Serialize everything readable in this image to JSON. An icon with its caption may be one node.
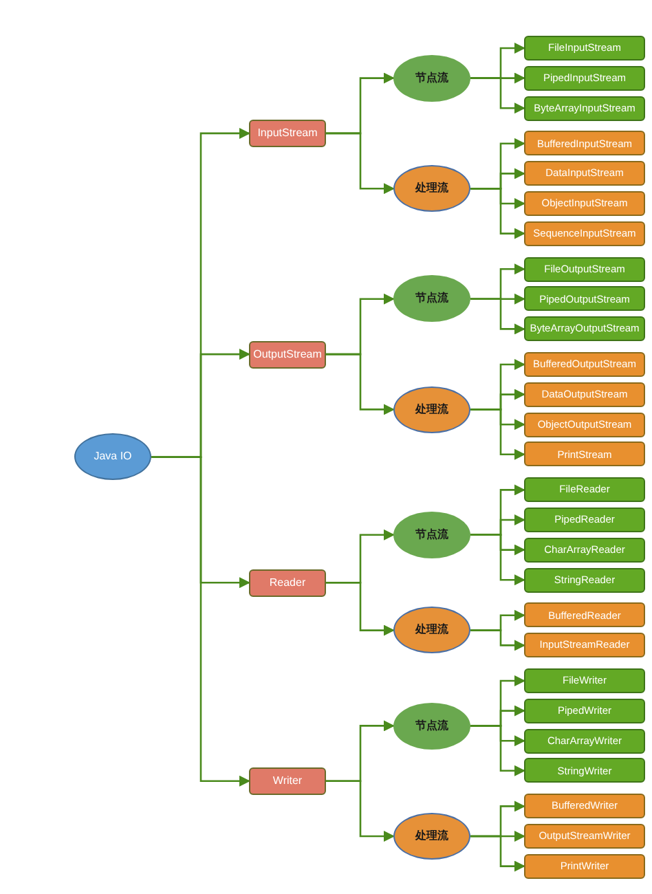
{
  "diagram": {
    "nodes": [
      {
        "text": [
          "Java IO"
        ]
      },
      {
        "text": [
          "InputStream"
        ]
      },
      {
        "text": [
          "节点流"
        ]
      },
      {
        "text": [
          "FileInputStream"
        ]
      },
      {
        "text": [
          "PipedInputStream"
        ]
      },
      {
        "text": [
          "ByteArrayInputStream"
        ]
      },
      {
        "text": [
          "处理流"
        ]
      },
      {
        "text": [
          "BufferedInputStream"
        ]
      },
      {
        "text": [
          "DataInputStream"
        ]
      },
      {
        "text": [
          "ObjectInputStream"
        ]
      },
      {
        "text": [
          "SequenceInputStream"
        ]
      },
      {
        "text": [
          "OutputStream"
        ]
      },
      {
        "text": [
          "节点流"
        ]
      },
      {
        "text": [
          "FileOutputStream"
        ]
      },
      {
        "text": [
          "PipedOutputStream"
        ]
      },
      {
        "text": [
          "ByteArrayOutputStream"
        ]
      },
      {
        "text": [
          "处理流"
        ]
      },
      {
        "text": [
          "BufferedOutputStream"
        ]
      },
      {
        "text": [
          "DataOutputStream"
        ]
      },
      {
        "text": [
          "ObjectOutputStream"
        ]
      },
      {
        "text": [
          "PrintStream"
        ]
      },
      {
        "text": [
          "Reader"
        ]
      },
      {
        "text": [
          "节点流"
        ]
      },
      {
        "text": [
          "FileReader"
        ]
      },
      {
        "text": [
          "PipedReader"
        ]
      },
      {
        "text": [
          "CharArrayReader"
        ]
      },
      {
        "text": [
          "StringReader"
        ]
      },
      {
        "text": [
          "处理流"
        ]
      },
      {
        "text": [
          "BufferedReader"
        ]
      },
      {
        "text": [
          "InputStreamReader"
        ]
      },
      {
        "text": [
          "Writer"
        ]
      },
      {
        "text": [
          "节点流"
        ]
      },
      {
        "text": [
          "FileWriter"
        ]
      },
      {
        "text": [
          "PipedWriter"
        ]
      },
      {
        "text": [
          "CharArrayWriter"
        ]
      },
      {
        "text": [
          "StringWriter"
        ]
      },
      {
        "text": [
          "处理流"
        ]
      },
      {
        "text": [
          "BufferedWriter"
        ]
      },
      {
        "text": [
          "OutputStreamWriter"
        ]
      },
      {
        "text": [
          "PrintWriter"
        ]
      }
    ],
    "edges": [
      {
        "from": 0,
        "to": 1,
        "arrow": "to"
      },
      {
        "from": 0,
        "to": 11,
        "arrow": "to"
      },
      {
        "from": 0,
        "to": 21,
        "arrow": "to"
      },
      {
        "from": 0,
        "to": 30,
        "arrow": "to"
      },
      {
        "from": 1,
        "to": 2,
        "arrow": "to"
      },
      {
        "from": 1,
        "to": 6,
        "arrow": "to"
      },
      {
        "from": 2,
        "to": 3,
        "arrow": "to"
      },
      {
        "from": 2,
        "to": 4,
        "arrow": "to"
      },
      {
        "from": 2,
        "to": 5,
        "arrow": "to"
      },
      {
        "from": 6,
        "to": 7,
        "arrow": "to"
      },
      {
        "from": 6,
        "to": 8,
        "arrow": "to"
      },
      {
        "from": 6,
        "to": 9,
        "arrow": "to"
      },
      {
        "from": 6,
        "to": 10,
        "arrow": "to"
      },
      {
        "from": 11,
        "to": 12,
        "arrow": "to"
      },
      {
        "from": 11,
        "to": 16,
        "arrow": "to"
      },
      {
        "from": 12,
        "to": 13,
        "arrow": "to"
      },
      {
        "from": 12,
        "to": 14,
        "arrow": "to"
      },
      {
        "from": 12,
        "to": 15,
        "arrow": "to"
      },
      {
        "from": 16,
        "to": 17,
        "arrow": "to"
      },
      {
        "from": 16,
        "to": 18,
        "arrow": "to"
      },
      {
        "from": 16,
        "to": 19,
        "arrow": "to"
      },
      {
        "from": 16,
        "to": 20,
        "arrow": "to"
      },
      {
        "from": 21,
        "to": 22,
        "arrow": "to"
      },
      {
        "from": 21,
        "to": 27,
        "arrow": "to"
      },
      {
        "from": 22,
        "to": 23,
        "arrow": "to"
      },
      {
        "from": 22,
        "to": 24,
        "arrow": "to"
      },
      {
        "from": 22,
        "to": 25,
        "arrow": "to"
      },
      {
        "from": 22,
        "to": 26,
        "arrow": "to"
      },
      {
        "from": 27,
        "to": 28,
        "arrow": "to"
      },
      {
        "from": 27,
        "to": 29,
        "arrow": "to"
      },
      {
        "from": 30,
        "to": 31,
        "arrow": "to"
      },
      {
        "from": 30,
        "to": 36,
        "arrow": "to"
      },
      {
        "from": 31,
        "to": 32,
        "arrow": "to"
      },
      {
        "from": 31,
        "to": 33,
        "arrow": "to"
      },
      {
        "from": 31,
        "to": 34,
        "arrow": "to"
      },
      {
        "from": 31,
        "to": 35,
        "arrow": "to"
      },
      {
        "from": 36,
        "to": 37,
        "arrow": "to"
      },
      {
        "from": 36,
        "to": 38,
        "arrow": "to"
      },
      {
        "from": 36,
        "to": 39,
        "arrow": "to"
      }
    ]
  }
}
